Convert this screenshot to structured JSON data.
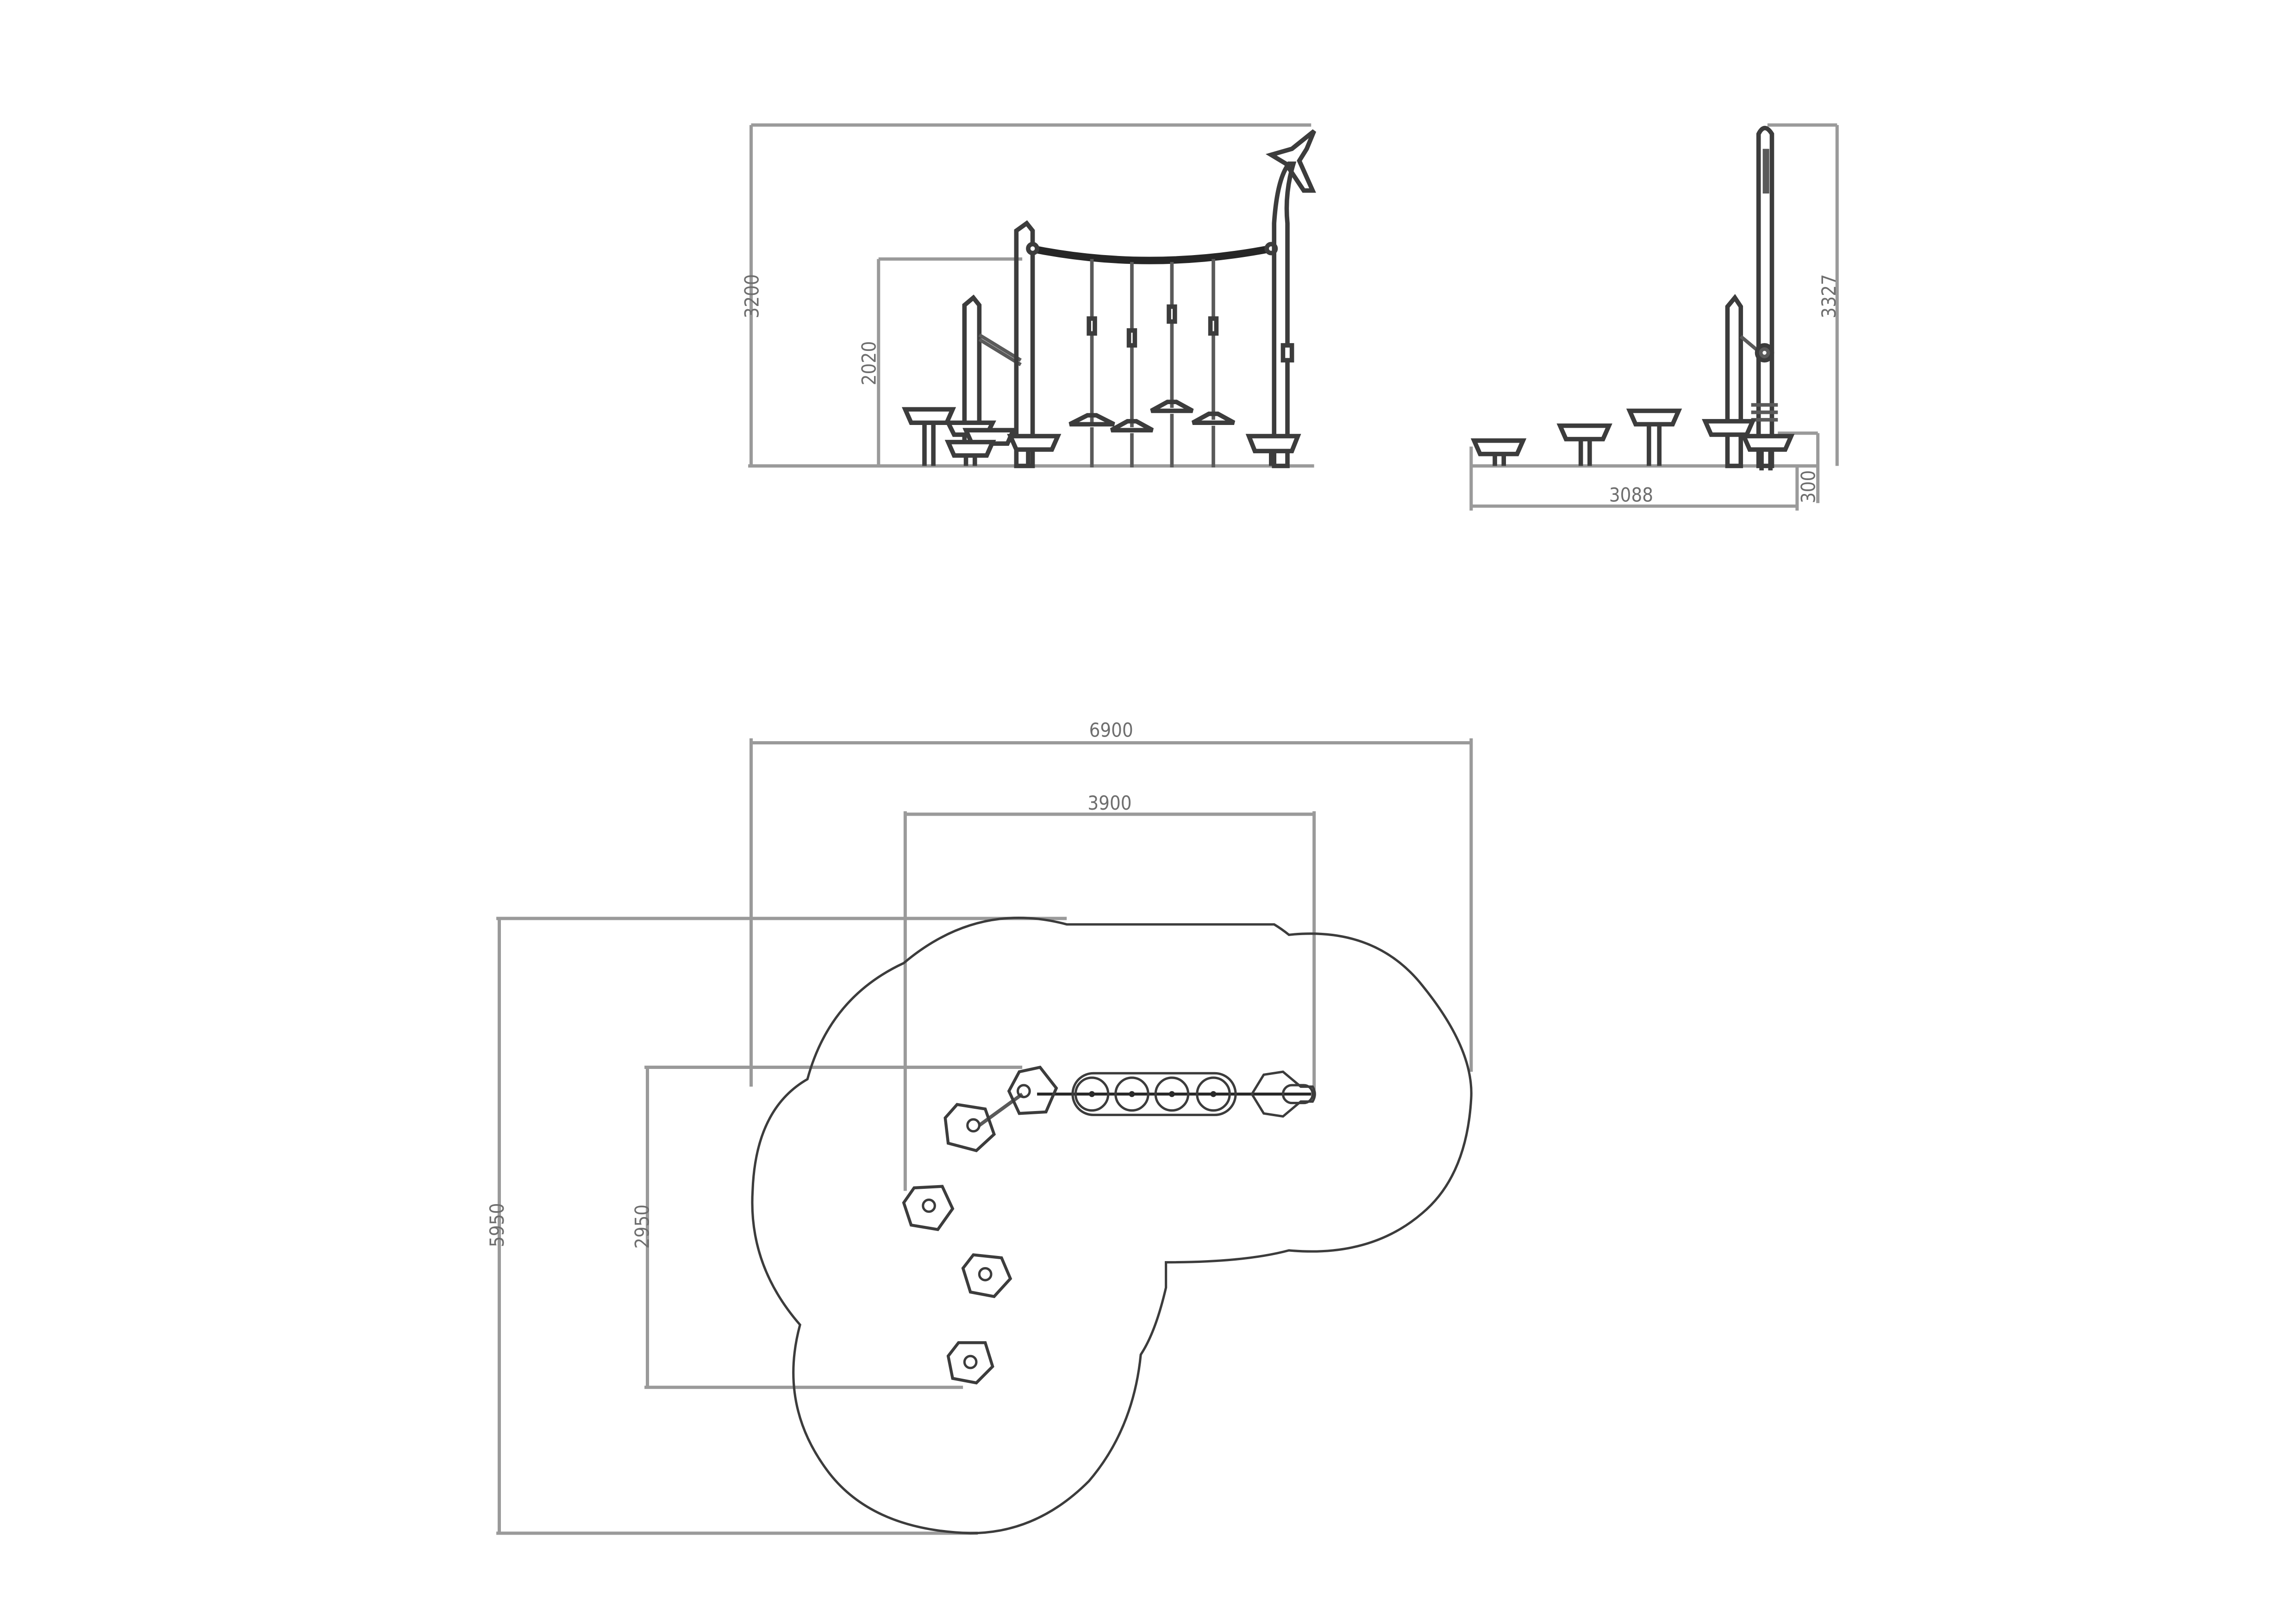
{
  "dimensions": {
    "front_height_total": "3200",
    "front_height_rope": "2020",
    "side_height_total": "3327",
    "side_width": "3088",
    "side_base_height": "300",
    "plan_width_total": "6900",
    "plan_width_inner": "3900",
    "plan_depth_total": "5950",
    "plan_depth_inner": "2950"
  }
}
